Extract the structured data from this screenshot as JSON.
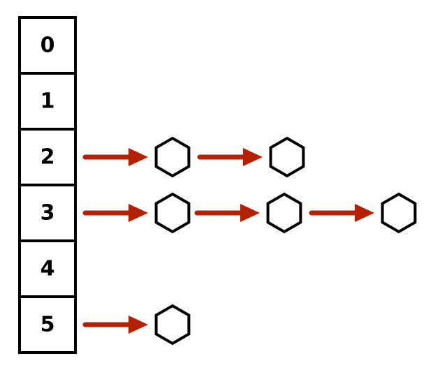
{
  "colors": {
    "arrow": "#b52100",
    "outline": "#000000",
    "background": "#ffffff"
  },
  "table": {
    "slots": [
      {
        "label": "0",
        "chain_length": 0
      },
      {
        "label": "1",
        "chain_length": 0
      },
      {
        "label": "2",
        "chain_length": 2
      },
      {
        "label": "3",
        "chain_length": 3
      },
      {
        "label": "4",
        "chain_length": 0
      },
      {
        "label": "5",
        "chain_length": 1
      }
    ]
  }
}
